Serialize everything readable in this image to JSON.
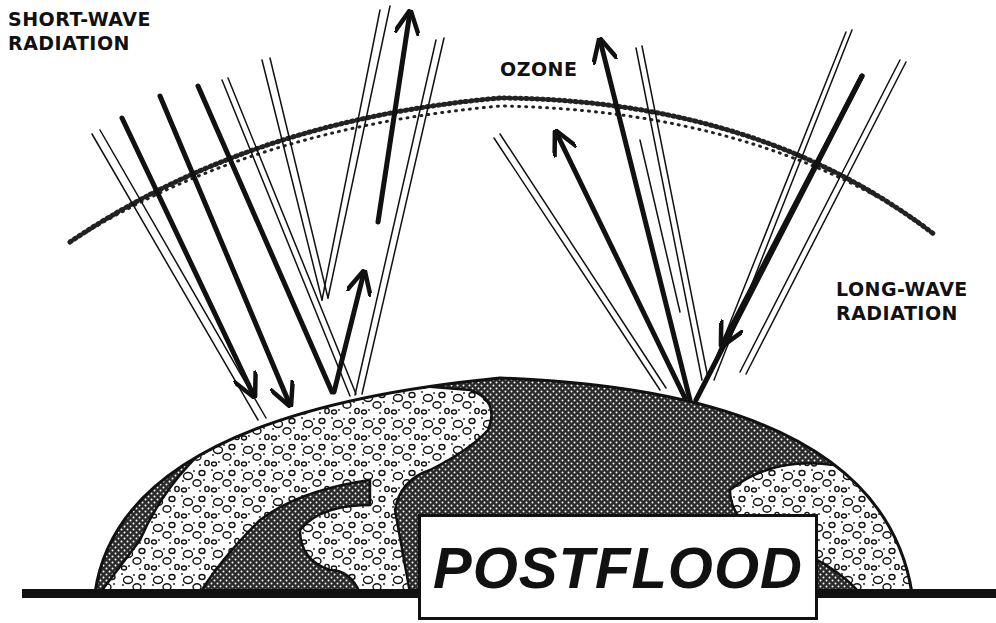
{
  "diagram": {
    "nodes": [
      {
        "text": [
          "POSTFLOOD"
        ]
      }
    ],
    "labels": [
      "SHORT-WAVE RADIATION",
      "OZONE",
      "LONG-WAVE RADIATION"
    ]
  }
}
